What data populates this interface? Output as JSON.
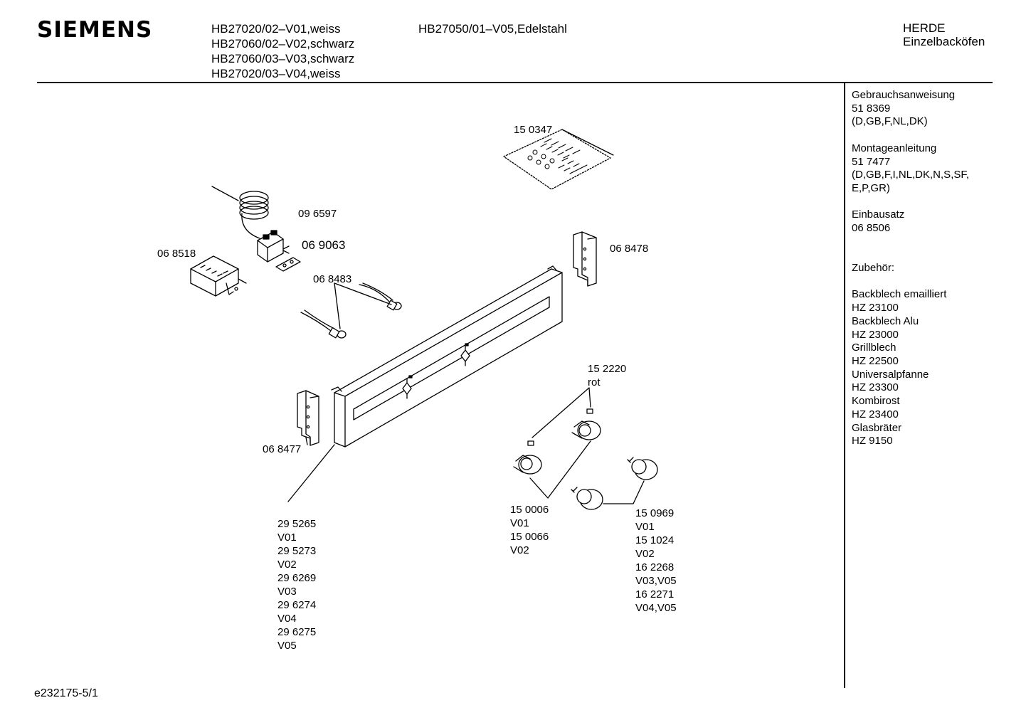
{
  "header": {
    "brand": "SIEMENS",
    "models_col1": [
      "HB27020/02–V01,weiss",
      "HB27060/02–V02,schwarz",
      "HB27060/03–V03,schwarz",
      "HB27020/03–V04,weiss"
    ],
    "models_col2": [
      "HB27050/01–V05,Edelstahl"
    ],
    "category_line1": "HERDE",
    "category_line2": "Einzelbacköfen"
  },
  "sidebar": {
    "manual_title": "Gebrauchsanweisung",
    "manual_number": "51 8369",
    "manual_langs": "(D,GB,F,NL,DK)",
    "install_title": "Montageanleitung",
    "install_number": "51 7477",
    "install_langs_1": "(D,GB,F,I,NL,DK,N,S,SF,",
    "install_langs_2": "E,P,GR)",
    "kit_title": "Einbausatz",
    "kit_number": "06 8506",
    "accessories_title": "Zubehör:",
    "accessories": [
      {
        "name": "Backblech emailliert",
        "number": "HZ 23100"
      },
      {
        "name": "Backblech Alu",
        "number": "HZ 23000"
      },
      {
        "name": "Grillblech",
        "number": "HZ 22500"
      },
      {
        "name": "Universalpfanne",
        "number": "HZ 23300"
      },
      {
        "name": "Kombirost",
        "number": "HZ 23400"
      },
      {
        "name": "Glasbräter",
        "number": "HZ 9150"
      }
    ]
  },
  "parts": {
    "screw_bag": "15 0347",
    "thermostat": "09 6597",
    "switch_plate": "06 9063",
    "selector_switch": "06 8518",
    "lamp_socket": "06 8483",
    "bracket_right": "06 8478",
    "bracket_left": "06 8477",
    "indicator_pin": "15 2220",
    "indicator_color": "rot",
    "panel_variants": [
      "29 5265",
      "V01",
      "29 5273",
      "V02",
      "29 6269",
      "V03",
      "29 6274",
      "V04",
      "29 6275",
      "V05"
    ],
    "knob_variants": [
      "15 0006",
      "V01",
      "15 0066",
      "V02"
    ],
    "timer_knob_variants": [
      "15 0969",
      "V01",
      "15 1024",
      "V02",
      "16 2268",
      "V03,V05",
      "16 2271",
      "V04,V05"
    ]
  },
  "footer": {
    "code": "e232175-5/1"
  },
  "colors": {
    "ink": "#000000",
    "paper": "#ffffff",
    "shade": "#d8d8d8"
  }
}
